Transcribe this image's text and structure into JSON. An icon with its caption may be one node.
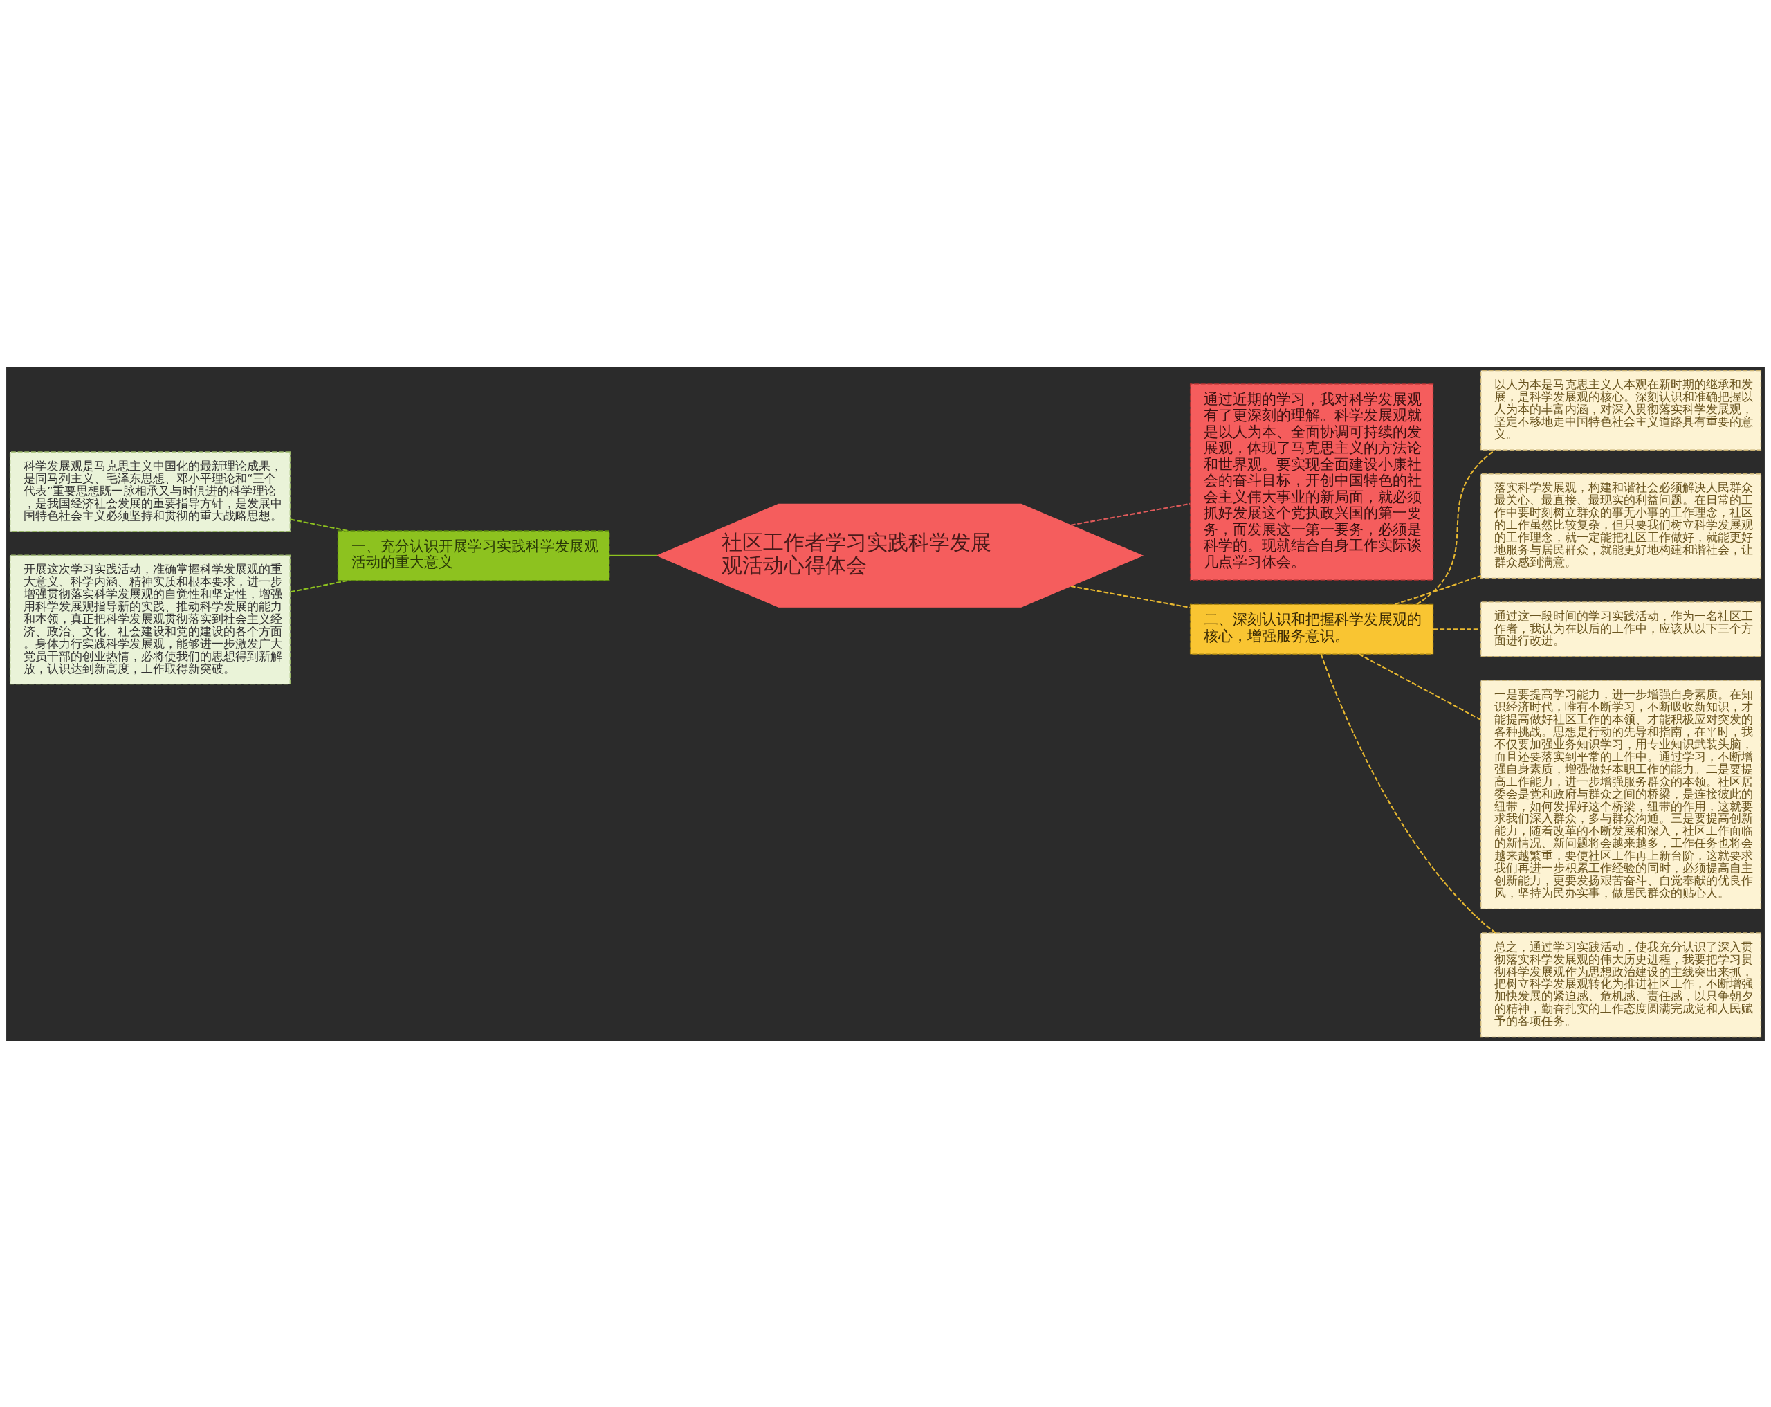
{
  "diagram": {
    "nodes": [
      {
        "text": [
          "社区工作者学习实践科学发展观活动心得体会"
        ]
      },
      {
        "text": [
          "通过近期的学习，我对科学发展观有了更深刻的理解。科学发展观就是以人为本、全面协调可持续的发展观，体现了马克思主义的方法论和世界观。要实现全面建设小康社会的奋斗目标，开创中国特色的社会主义伟大事业的新局面，就必须抓好发展这个党执政兴国的第一要务，而发展这一第一要务，必须是科学的。现就结合自身工作实际谈几点学习体会。"
        ]
      },
      {
        "text": [
          "一、充分认识开展学习实践科学发展观活动的重大意义"
        ]
      },
      {
        "text": [
          "科学发展观是马克思主义中国化的最新理论成果，是同马列主义、毛泽东思想、邓小平理论和“三个代表”重要思想既一脉相承又与时俱进的科学理论，是我国经济社会发展的重要指导方针，是发展中国特色社会主义必须坚持和贯彻的重大战略思想。"
        ]
      },
      {
        "text": [
          "开展这次学习实践活动，准确掌握科学发展观的重大意义、科学内涵、精神实质和根本要求，进一步增强贯彻落实科学发展观的自觉性和坚定性，增强用科学发展观指导新的实践、推动科学发展的能力和本领，真正把科学发展观贯彻落实到社会主义经济、政治、文化、社会建设和党的建设的各个方面。身体力行实践科学发展观，能够进一步激发广大党员干部的创业热情，必将使我们的思想得到新解放，认识达到新高度，工作取得新突破。"
        ]
      },
      {
        "text": [
          "二、深刻认识和把握科学发展观的核心，增强服务意识。"
        ]
      },
      {
        "text": [
          "以人为本是马克思主义人本观在新时期的继承和发展，是科学发展观的核心。深刻认识和准确把握以人为本的丰富内涵，对深入贯彻落实科学发展观，坚定不移地走中国特色社会主义道路具有重要的意义。"
        ]
      },
      {
        "text": [
          "落实科学发展观，构建和谐社会必须解决人民群众最关心、最直接、最现实的利益问题。在日常的工作中要时刻树立群众的事无小事的工作理念，社区的工作虽然比较复杂，但只要我们树立科学发展观的工作理念，就一定能把社区工作做好，就能更好地服务与居民群众，就能更好地构建和谐社会，让群众感到满意。"
        ]
      },
      {
        "text": [
          "通过这一段时间的学习实践活动，作为一名社区工作者，我认为在以后的工作中，应该从以下三个方面进行改进。"
        ]
      },
      {
        "text": [
          "一是要提高学习能力，进一步增强自身素质。在知识经济时代，唯有不断学习，不断吸收新知识，才能提高做好社区工作的本领、才能积极应对突发的各种挑战。思想是行动的先导和指南，在平时，我不仅要加强业务知识学习，用专业知识武装头脑，而且还要落实到平常的工作中。通过学习，不断增强自身素质，增强做好本职工作的能力。二是要提高工作能力，进一步增强服务群众的本领。社区居委会是党和政府与群众之间的桥梁，是连接彼此的纽带，如何发挥好这个桥梁，纽带的作用，这就要求我们深入群众，多与群众沟通。三是要提高创新能力，随着改革的不断发展和深入，社区工作面临的新情况、新问题将会越来越多，工作任务也将会越来越繁重，要使社区工作再上新台阶，这就要求我们再进一步积累工作经验的同时，必须提高自主创新能力，更要发扬艰苦奋斗、自觉奉献的优良作风，坚持为民办实事，做居民群众的贴心人。"
        ]
      },
      {
        "text": [
          "总之，通过学习实践活动，使我充分认识了深入贯彻落实科学发展观的伟大历史进程，我要把学习贯彻科学发展观作为思想政治建设的主线突出来抓，把树立科学发展观转化为推进社区工作，不断增强加快发展的紧迫感、危机感、责任感，以只争朝夕的精神，勤奋扎实的工作态度圆满完成党和人民赋予的各项任务。"
        ]
      }
    ],
    "edges": [
      {
        "from": 0,
        "to": 1,
        "arrow": "none",
        "style": "dashed",
        "color": "#e05a5a"
      },
      {
        "from": 0,
        "to": 2,
        "arrow": "none",
        "color": "#8dc21f"
      },
      {
        "from": 2,
        "to": 3,
        "arrow": "none",
        "style": "dashed",
        "color": "#8dc21f"
      },
      {
        "from": 2,
        "to": 4,
        "arrow": "none",
        "style": "dashed",
        "color": "#8dc21f"
      },
      {
        "from": 0,
        "to": 5,
        "arrow": "none",
        "style": "dashed"
      },
      {
        "from": 5,
        "to": 6,
        "arrow": "none",
        "style": "dashed"
      },
      {
        "from": 5,
        "to": 7,
        "arrow": "none",
        "style": "dashed"
      },
      {
        "from": 5,
        "to": 8,
        "arrow": "none",
        "style": "dashed"
      },
      {
        "from": 5,
        "to": 9,
        "arrow": "none",
        "style": "dashed"
      },
      {
        "from": 5,
        "to": 10,
        "arrow": "none",
        "style": "dashed"
      }
    ]
  }
}
